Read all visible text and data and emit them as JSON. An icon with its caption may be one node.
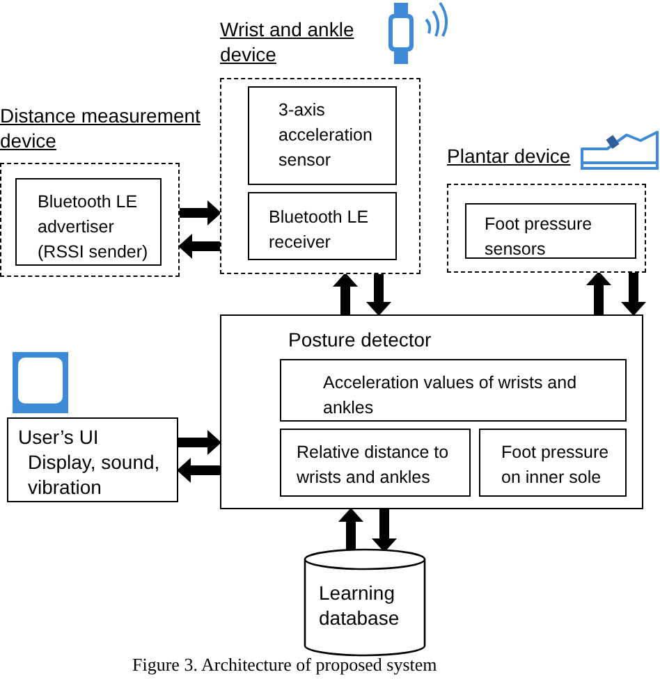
{
  "diagram": {
    "caption": "Figure 3. Architecture of proposed system",
    "nodes": [
      {
        "text": [
          "Wrist and ankle device"
        ]
      },
      {
        "text": [
          "3-axis acceleration sensor"
        ],
        "in": 0
      },
      {
        "text": [
          "Bluetooth LE receiver"
        ],
        "in": 0
      },
      {
        "text": [
          "Distance measurement device"
        ]
      },
      {
        "text": [
          "Bluetooth LE advertiser (RSSI sender)"
        ],
        "in": 3
      },
      {
        "text": [
          "Plantar device"
        ]
      },
      {
        "text": [
          "Foot pressure sensors"
        ],
        "in": 5
      },
      {
        "text": [
          "Posture detector"
        ]
      },
      {
        "text": [
          "Acceleration values of wrists and ankles"
        ],
        "in": 7
      },
      {
        "text": [
          "Relative distance to wrists and ankles"
        ],
        "in": 7
      },
      {
        "text": [
          "Foot pressure on inner sole"
        ],
        "in": 7
      },
      {
        "text": [
          "User’s UI",
          "Display, sound, vibration"
        ]
      },
      {
        "text": [
          "Learning database"
        ]
      }
    ],
    "edges": [
      {
        "from": 3,
        "to": 0,
        "arrow": "to"
      },
      {
        "from": 0,
        "to": 3,
        "arrow": "to"
      },
      {
        "from": 7,
        "to": 0,
        "arrow": "to"
      },
      {
        "from": 0,
        "to": 7,
        "arrow": "to"
      },
      {
        "from": 7,
        "to": 5,
        "arrow": "to"
      },
      {
        "from": 5,
        "to": 7,
        "arrow": "to"
      },
      {
        "from": 11,
        "to": 7,
        "arrow": "to"
      },
      {
        "from": 7,
        "to": 11,
        "arrow": "to"
      },
      {
        "from": 12,
        "to": 7,
        "arrow": "to"
      },
      {
        "from": 7,
        "to": 12,
        "arrow": "to"
      }
    ]
  }
}
